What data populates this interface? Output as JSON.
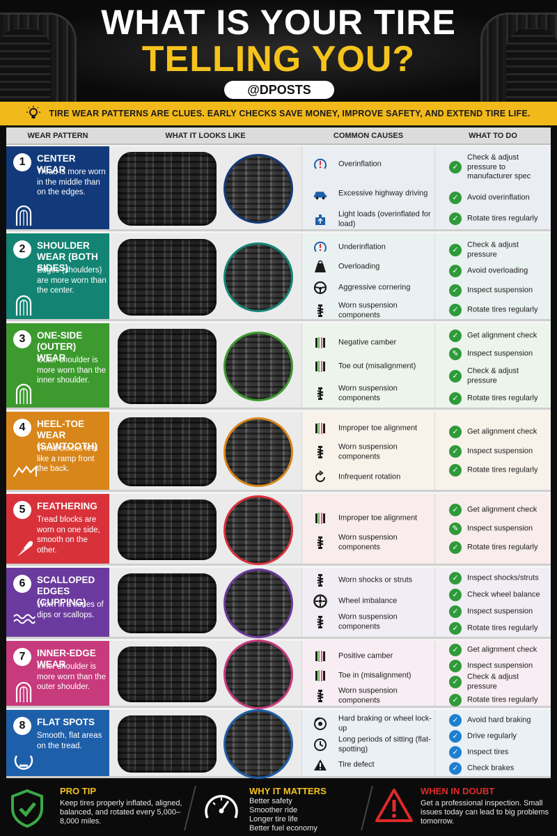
{
  "header": {
    "title_line1": "WHAT IS YOUR TIRE",
    "title_line2": "TELLING YOU?",
    "handle": "@DPOSTS"
  },
  "banner": {
    "icon": "lightbulb-icon",
    "text": "TIRE WEAR PATTERNS ARE CLUES.  EARLY CHECKS SAVE MONEY, IMPROVE SAFETY, AND EXTEND TIRE LIFE."
  },
  "table": {
    "columns": [
      "WEAR PATTERN",
      "WHAT IT LOOKS LIKE",
      "COMMON CAUSES",
      "WHAT TO DO"
    ],
    "rows": [
      {
        "number": "1",
        "name": "CENTER WEAR",
        "desc": "Tread is more worn in the middle than on the edges.",
        "color": "#123a7a",
        "icon": "center-wear-icon",
        "causes": [
          {
            "icon": "pressure-gauge-icon",
            "text": "Overinflation"
          },
          {
            "icon": "car-icon",
            "text": "Excessive highway driving"
          },
          {
            "icon": "light-load-icon",
            "text": "Light loads (overinflated for load)"
          }
        ],
        "todos": [
          {
            "text": "Check & adjust pressure to manufacturer spec"
          },
          {
            "text": "Avoid overinflation"
          },
          {
            "text": "Rotate tires regularly"
          }
        ]
      },
      {
        "number": "2",
        "name": "SHOULDER WEAR (BOTH SIDES)",
        "desc": "Edges (shoulders) are more worn than the center.",
        "color": "#138473",
        "icon": "shoulder-wear-icon",
        "causes": [
          {
            "icon": "tire-warning-icon",
            "text": "Underinflation"
          },
          {
            "icon": "weight-icon",
            "text": "Overloading"
          },
          {
            "icon": "steering-wheel-icon",
            "text": "Aggressive cornering"
          },
          {
            "icon": "suspension-icon",
            "text": "Worn suspension components"
          }
        ],
        "todos": [
          {
            "text": "Check & adjust pressure"
          },
          {
            "text": "Avoid overloading"
          },
          {
            "text": "Inspect suspension"
          },
          {
            "text": "Rotate tires regularly"
          }
        ]
      },
      {
        "number": "3",
        "name": "ONE-SIDE (OUTER) WEAR",
        "desc": "Outer shoulder is more worn than the inner shoulder.",
        "color": "#3d9a2e",
        "icon": "outer-wear-icon",
        "causes": [
          {
            "icon": "camber-icon",
            "text": "Negative camber"
          },
          {
            "icon": "toe-out-icon",
            "text": "Toe out (misalignment)"
          },
          {
            "icon": "suspension-icon",
            "text": "Worn suspension components"
          }
        ],
        "todos": [
          {
            "text": "Get alignment check"
          },
          {
            "text": "Inspect suspension",
            "kind": "wrench"
          },
          {
            "text": "Check & adjust pressure"
          },
          {
            "text": "Rotate tires regularly"
          }
        ]
      },
      {
        "number": "4",
        "name": "HEEL-TOE WEAR (SAWTOOTH)",
        "desc": "Tread blocks feel like a ramp front the back.",
        "color": "#d8861a",
        "icon": "sawtooth-icon",
        "causes": [
          {
            "icon": "toe-icon",
            "text": "Improper toe alignment"
          },
          {
            "icon": "suspension-icon",
            "text": "Worn suspension components"
          },
          {
            "icon": "rotation-icon",
            "text": "Infrequent rotation"
          }
        ],
        "todos": [
          {
            "text": "Get alignment check"
          },
          {
            "text": "Inspect suspension"
          },
          {
            "text": "Rotate tires regularly"
          }
        ]
      },
      {
        "number": "5",
        "name": "FEATHERING",
        "desc": "Tread blocks are worn on one side, smooth on the other.",
        "color": "#d8313a",
        "icon": "feather-icon",
        "causes": [
          {
            "icon": "toe-icon",
            "text": "Improper toe alignment"
          },
          {
            "icon": "suspension-icon",
            "text": "Worn suspension components"
          }
        ],
        "todos": [
          {
            "text": "Get alignment check"
          },
          {
            "text": "Inspect suspension",
            "kind": "wrench"
          },
          {
            "text": "Rotate tires regularly"
          }
        ]
      },
      {
        "number": "6",
        "name": "SCALLOPED EDGES (CUPPING)",
        "desc": "Worn in a series of dips or scallops.",
        "color": "#6b3a9e",
        "icon": "cupping-icon",
        "causes": [
          {
            "icon": "shock-icon",
            "text": "Worn shocks or struts"
          },
          {
            "icon": "wheel-icon",
            "text": "Wheel imbalance"
          },
          {
            "icon": "suspension-icon",
            "text": "Worn suspension components"
          }
        ],
        "todos": [
          {
            "text": "Inspect shocks/struts"
          },
          {
            "text": "Check wheel balance"
          },
          {
            "text": "Inspect suspension"
          },
          {
            "text": "Rotate tires regularly"
          }
        ]
      },
      {
        "number": "7",
        "name": "INNER-EDGE WEAR",
        "desc": "Inner shoulder is more worn than the outer shoulder.",
        "color": "#c73a7c",
        "icon": "inner-wear-icon",
        "causes": [
          {
            "icon": "camber-icon",
            "text": "Positive camber"
          },
          {
            "icon": "toe-in-icon",
            "text": "Toe in (misalignment)"
          },
          {
            "icon": "suspension-icon",
            "text": "Worn suspension components"
          }
        ],
        "todos": [
          {
            "text": "Get alignment check"
          },
          {
            "text": "Inspect suspension"
          },
          {
            "text": "Check & adjust pressure"
          },
          {
            "text": "Rotate tires regularly"
          }
        ]
      },
      {
        "number": "8",
        "name": "FLAT SPOTS",
        "desc": "Smooth, flat areas on the tread.",
        "color": "#1e5faa",
        "icon": "flat-spot-icon",
        "causes": [
          {
            "icon": "brake-icon",
            "text": "Hard braking or wheel lock-up"
          },
          {
            "icon": "clock-icon",
            "text": "Long periods of sitting (flat-spotting)"
          },
          {
            "icon": "warning-icon",
            "text": "Tire defect"
          }
        ],
        "todos": [
          {
            "text": "Avoid hard braking",
            "kind": "blue"
          },
          {
            "text": "Drive regularly",
            "kind": "blue"
          },
          {
            "text": "Inspect tires",
            "kind": "blue"
          },
          {
            "text": "Check brakes",
            "kind": "blue"
          }
        ]
      }
    ]
  },
  "footer": {
    "pro_tip": {
      "icon": "shield-check-icon",
      "title": "PRO TIP",
      "body": "Keep tires properly inflated, aligned, balanced, and rotated every 5,000–8,000 miles."
    },
    "why": {
      "icon": "speedometer-icon",
      "title": "WHY IT MATTERS",
      "lines": [
        "Better safety",
        "Smoother ride",
        "Longer tire life",
        "Better fuel economy"
      ]
    },
    "doubt": {
      "icon": "warning-triangle-icon",
      "title": "WHEN IN DOUBT",
      "body": "Get a professional inspection. Small issues today can lead to big problems tomorrow."
    }
  },
  "colors": {
    "accent_yellow": "#f5c31c",
    "check_green": "#2f9a3a",
    "check_blue": "#1e7fd0",
    "footer_red": "#e02a2a"
  }
}
